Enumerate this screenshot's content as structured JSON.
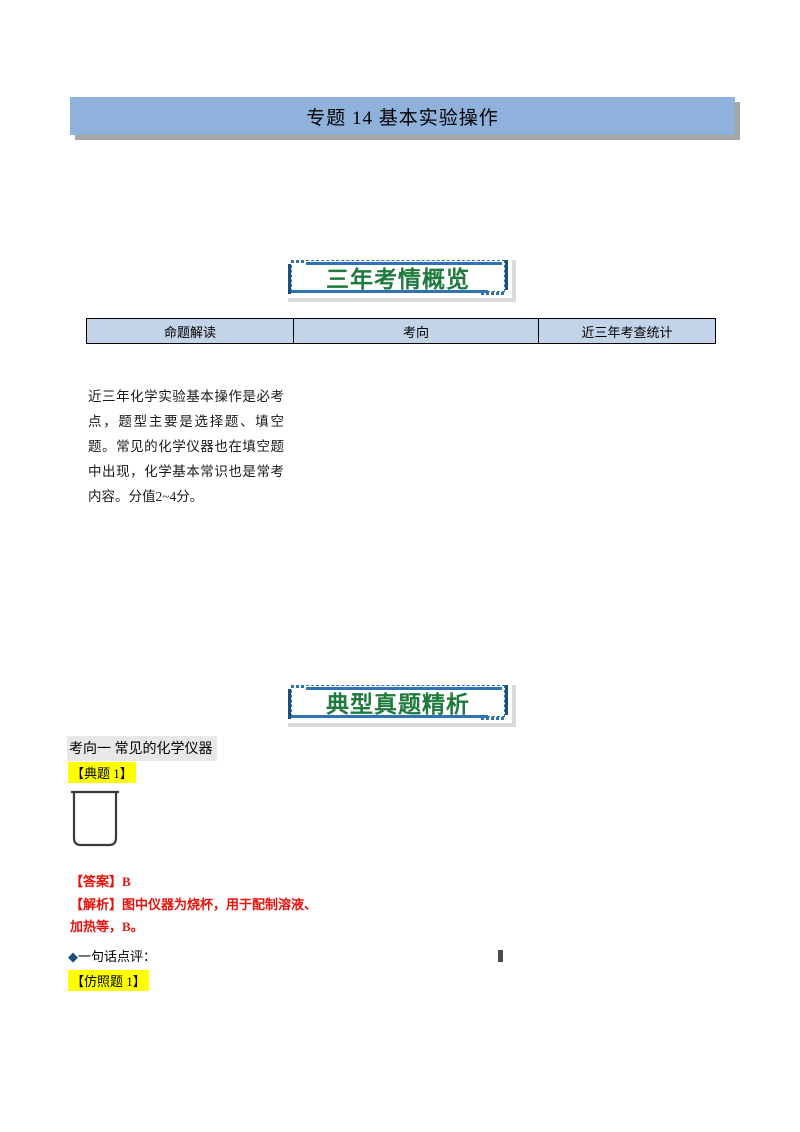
{
  "document": {
    "title": "专题 14  基本实验操作"
  },
  "banners": {
    "overview": "三年考情概览",
    "analysis": "典型真题精析"
  },
  "overview_table": {
    "headers": [
      "命题解读",
      "考向",
      "近三年考查统计"
    ],
    "body_text": "近三年化学实验基本操作是必考点，题型主要是选择题、填空题。常见的化学仪器也在填空题中出现，化学基本常识也是常考内容。分值2~4分。"
  },
  "section": {
    "direction_heading": "考向一  常见的化学仪器",
    "tag_example": "【典题 1】",
    "tag_imitation": "【仿照题 1】",
    "comment_marker": "◆",
    "comment_label": "一句话点评："
  },
  "answer_block": {
    "answer": "【答案】B",
    "analysis_line1": "【解析】图中仪器为烧杯，用于配制溶液、",
    "analysis_line2": "加热等，B。"
  },
  "figure": {
    "beaker": "beaker-icon"
  },
  "colors": {
    "title_bar": "#8fb2dc",
    "title_shadow": "#a6a6a6",
    "table_header": "#c3d3e8",
    "banner_green": "#1f7a3d",
    "banner_blue": "#2e74b5",
    "banner_blue_dark": "#1f4e79",
    "highlight_yellow": "#ffff00",
    "answer_red": "#e8130f",
    "heading_gray": "#e8e8e8"
  }
}
